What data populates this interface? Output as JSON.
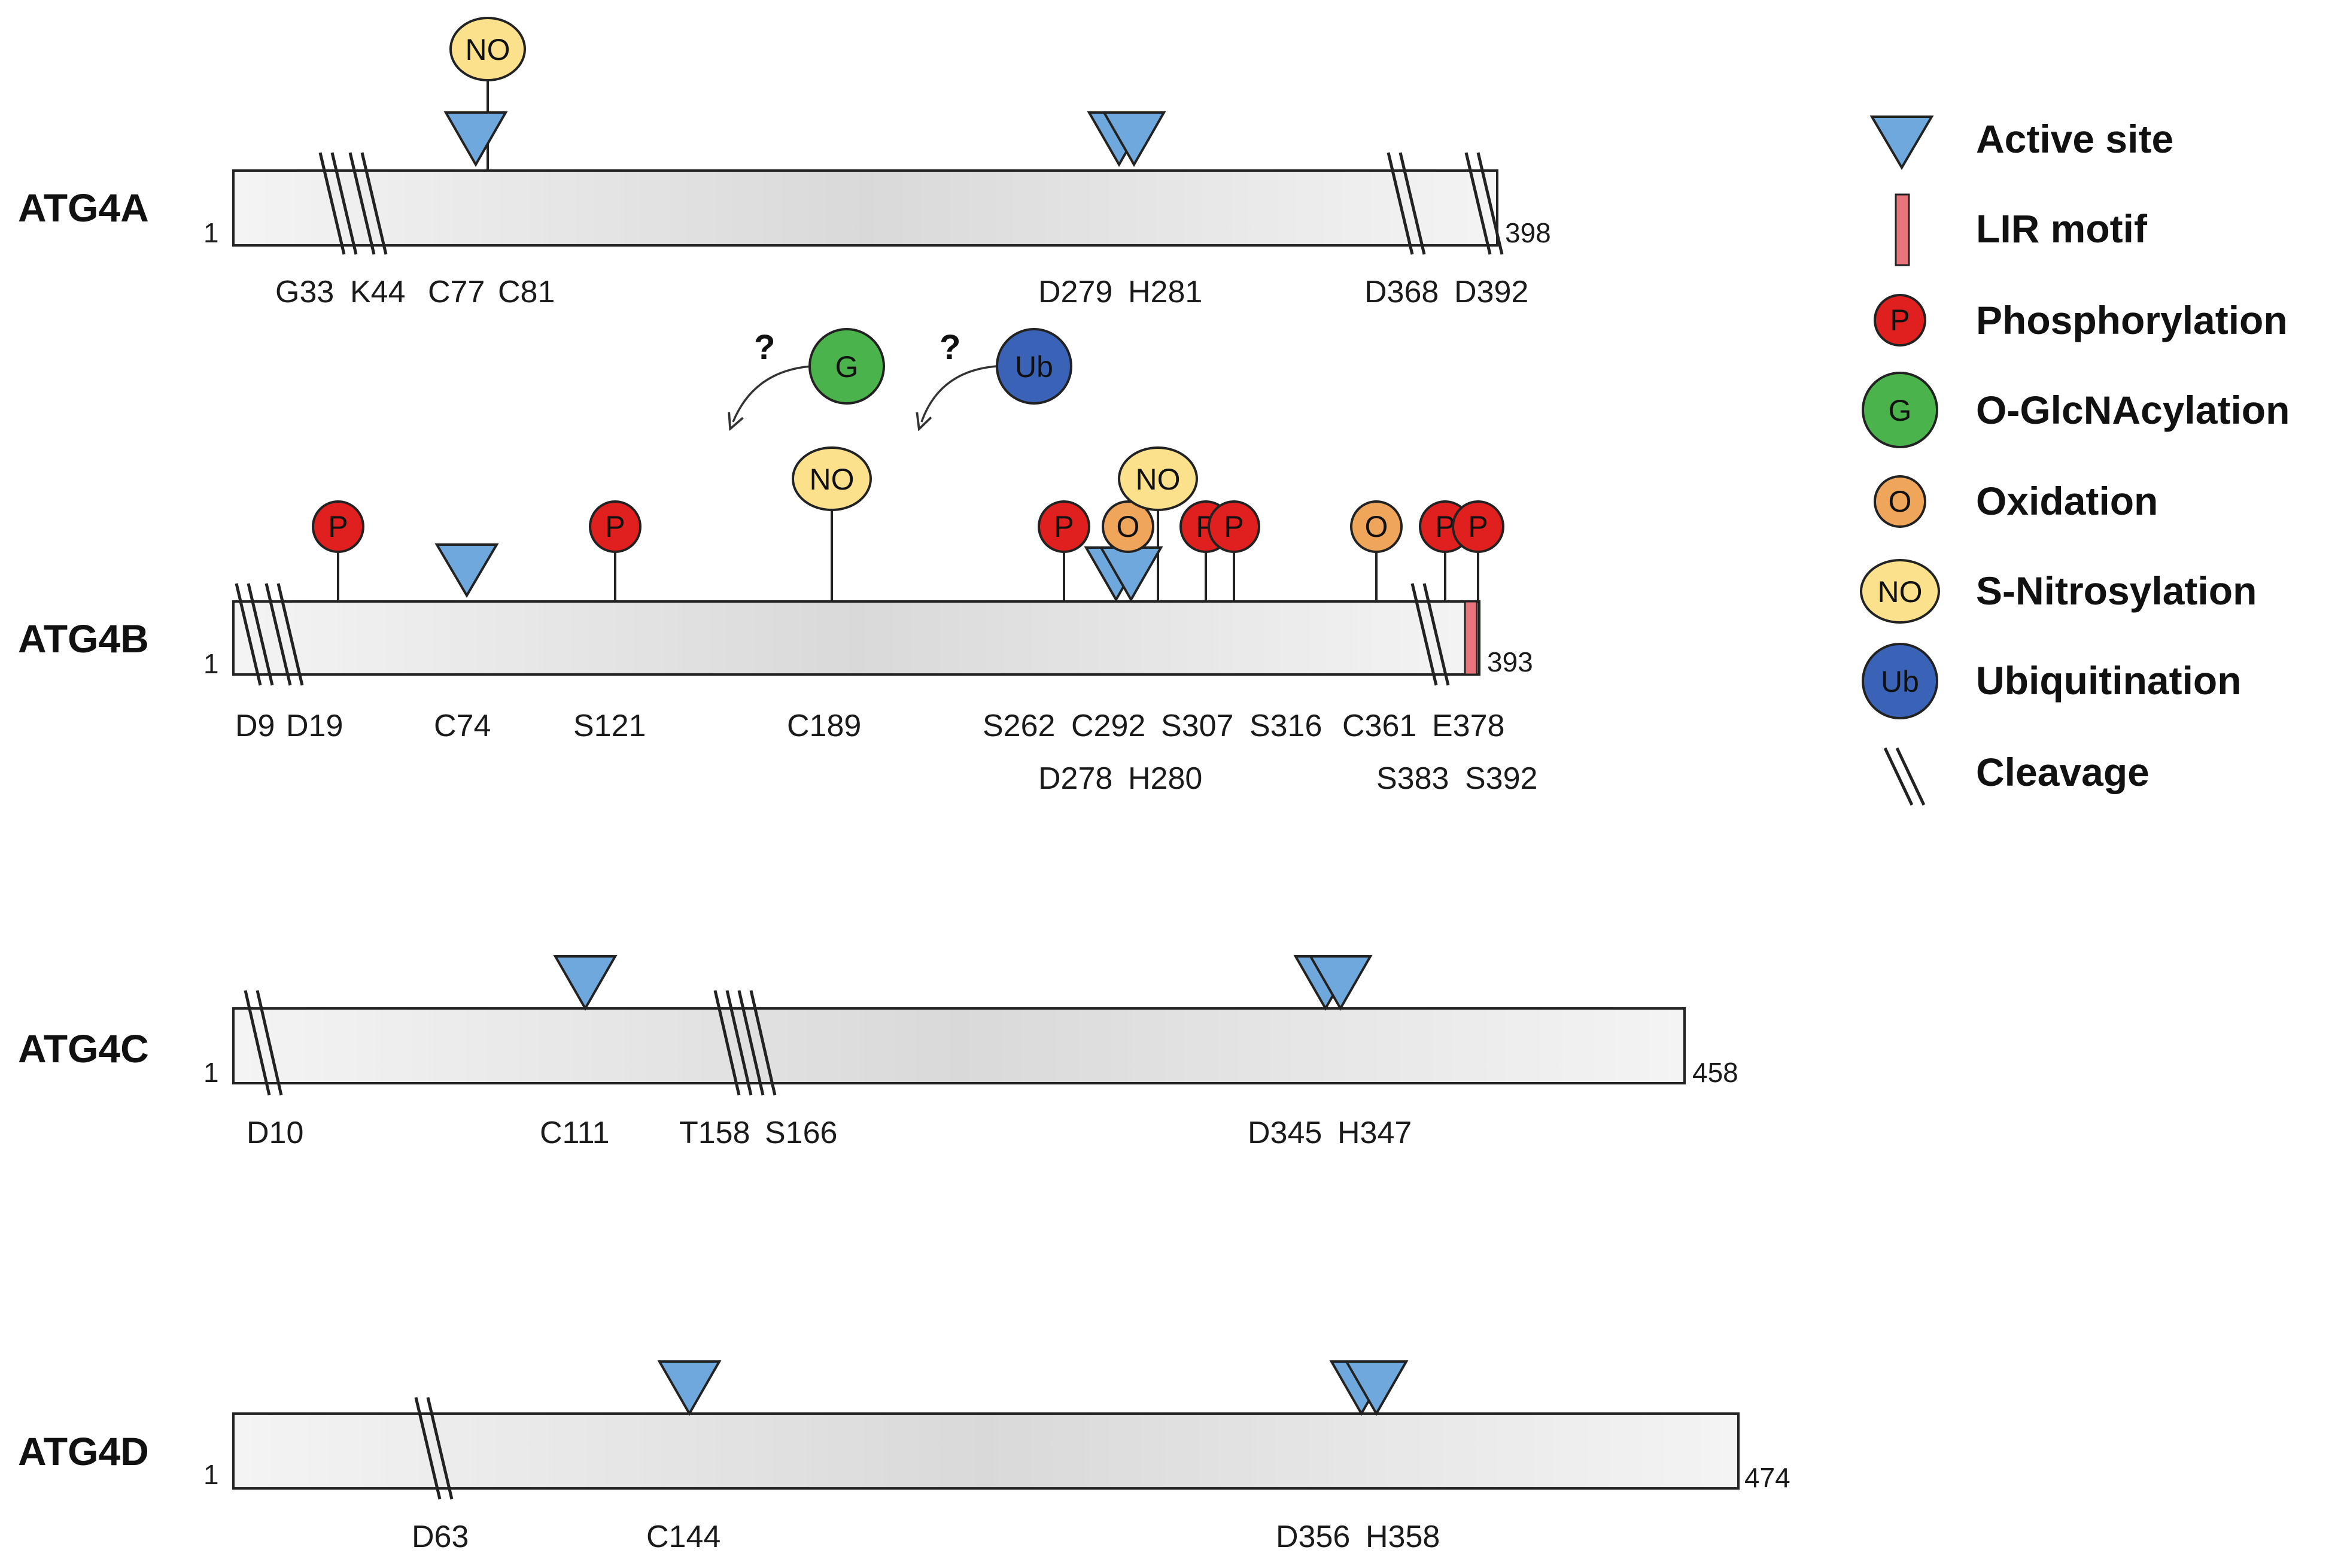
{
  "colors": {
    "active_site": "#6fa8dc",
    "lir": "#e8747c",
    "phosphorylation": "#e0201f",
    "o_glcnacylation": "#4bb34b",
    "oxidation": "#f0a65a",
    "s_nitrosylation": "#fbe18c",
    "ubiquitination": "#3a63b8"
  },
  "legend": [
    {
      "key": "active_site",
      "label": "Active site",
      "icon": "triangle-icon",
      "glyph": ""
    },
    {
      "key": "lir",
      "label": "LIR motif",
      "icon": "lir-bar-icon",
      "glyph": ""
    },
    {
      "key": "phosphorylation",
      "label": "Phosphorylation",
      "icon": "circle-icon",
      "glyph": "P"
    },
    {
      "key": "o_glcnacylation",
      "label": "O-GlcNAcylation",
      "icon": "circle-icon",
      "glyph": "G"
    },
    {
      "key": "oxidation",
      "label": "Oxidation",
      "icon": "circle-icon",
      "glyph": "O"
    },
    {
      "key": "s_nitrosylation",
      "label": "S-Nitrosylation",
      "icon": "circle-icon",
      "glyph": "NO"
    },
    {
      "key": "ubiquitination",
      "label": "Ubiquitination",
      "icon": "circle-icon",
      "glyph": "Ub"
    },
    {
      "key": "cleavage",
      "label": "Cleavage",
      "icon": "cleavage-icon",
      "glyph": ""
    }
  ],
  "proteins": [
    {
      "name": "ATG4A",
      "start": "1",
      "end": "398",
      "sites": [
        "G33",
        "K44",
        "C77",
        "C81",
        "D279",
        "H281",
        "D368",
        "D392"
      ],
      "mods": [
        "NO"
      ]
    },
    {
      "name": "ATG4B",
      "start": "1",
      "end": "393",
      "sites": [
        "D9",
        "D19",
        "C74",
        "S121",
        "C189",
        "S262",
        "C292",
        "S307",
        "S316",
        "C361",
        "E378",
        "D278",
        "H280",
        "S383",
        "S392"
      ],
      "mods": [
        "P",
        "P",
        "NO",
        "P",
        "O",
        "NO",
        "P",
        "P",
        "O",
        "P",
        "P"
      ],
      "unconfirmed": [
        {
          "glyph": "G",
          "q": "?"
        },
        {
          "glyph": "Ub",
          "q": "?"
        }
      ]
    },
    {
      "name": "ATG4C",
      "start": "1",
      "end": "458",
      "sites": [
        "D10",
        "C111",
        "T158",
        "S166",
        "D345",
        "H347"
      ]
    },
    {
      "name": "ATG4D",
      "start": "1",
      "end": "474",
      "sites": [
        "D63",
        "C144",
        "D356",
        "H358"
      ]
    }
  ]
}
